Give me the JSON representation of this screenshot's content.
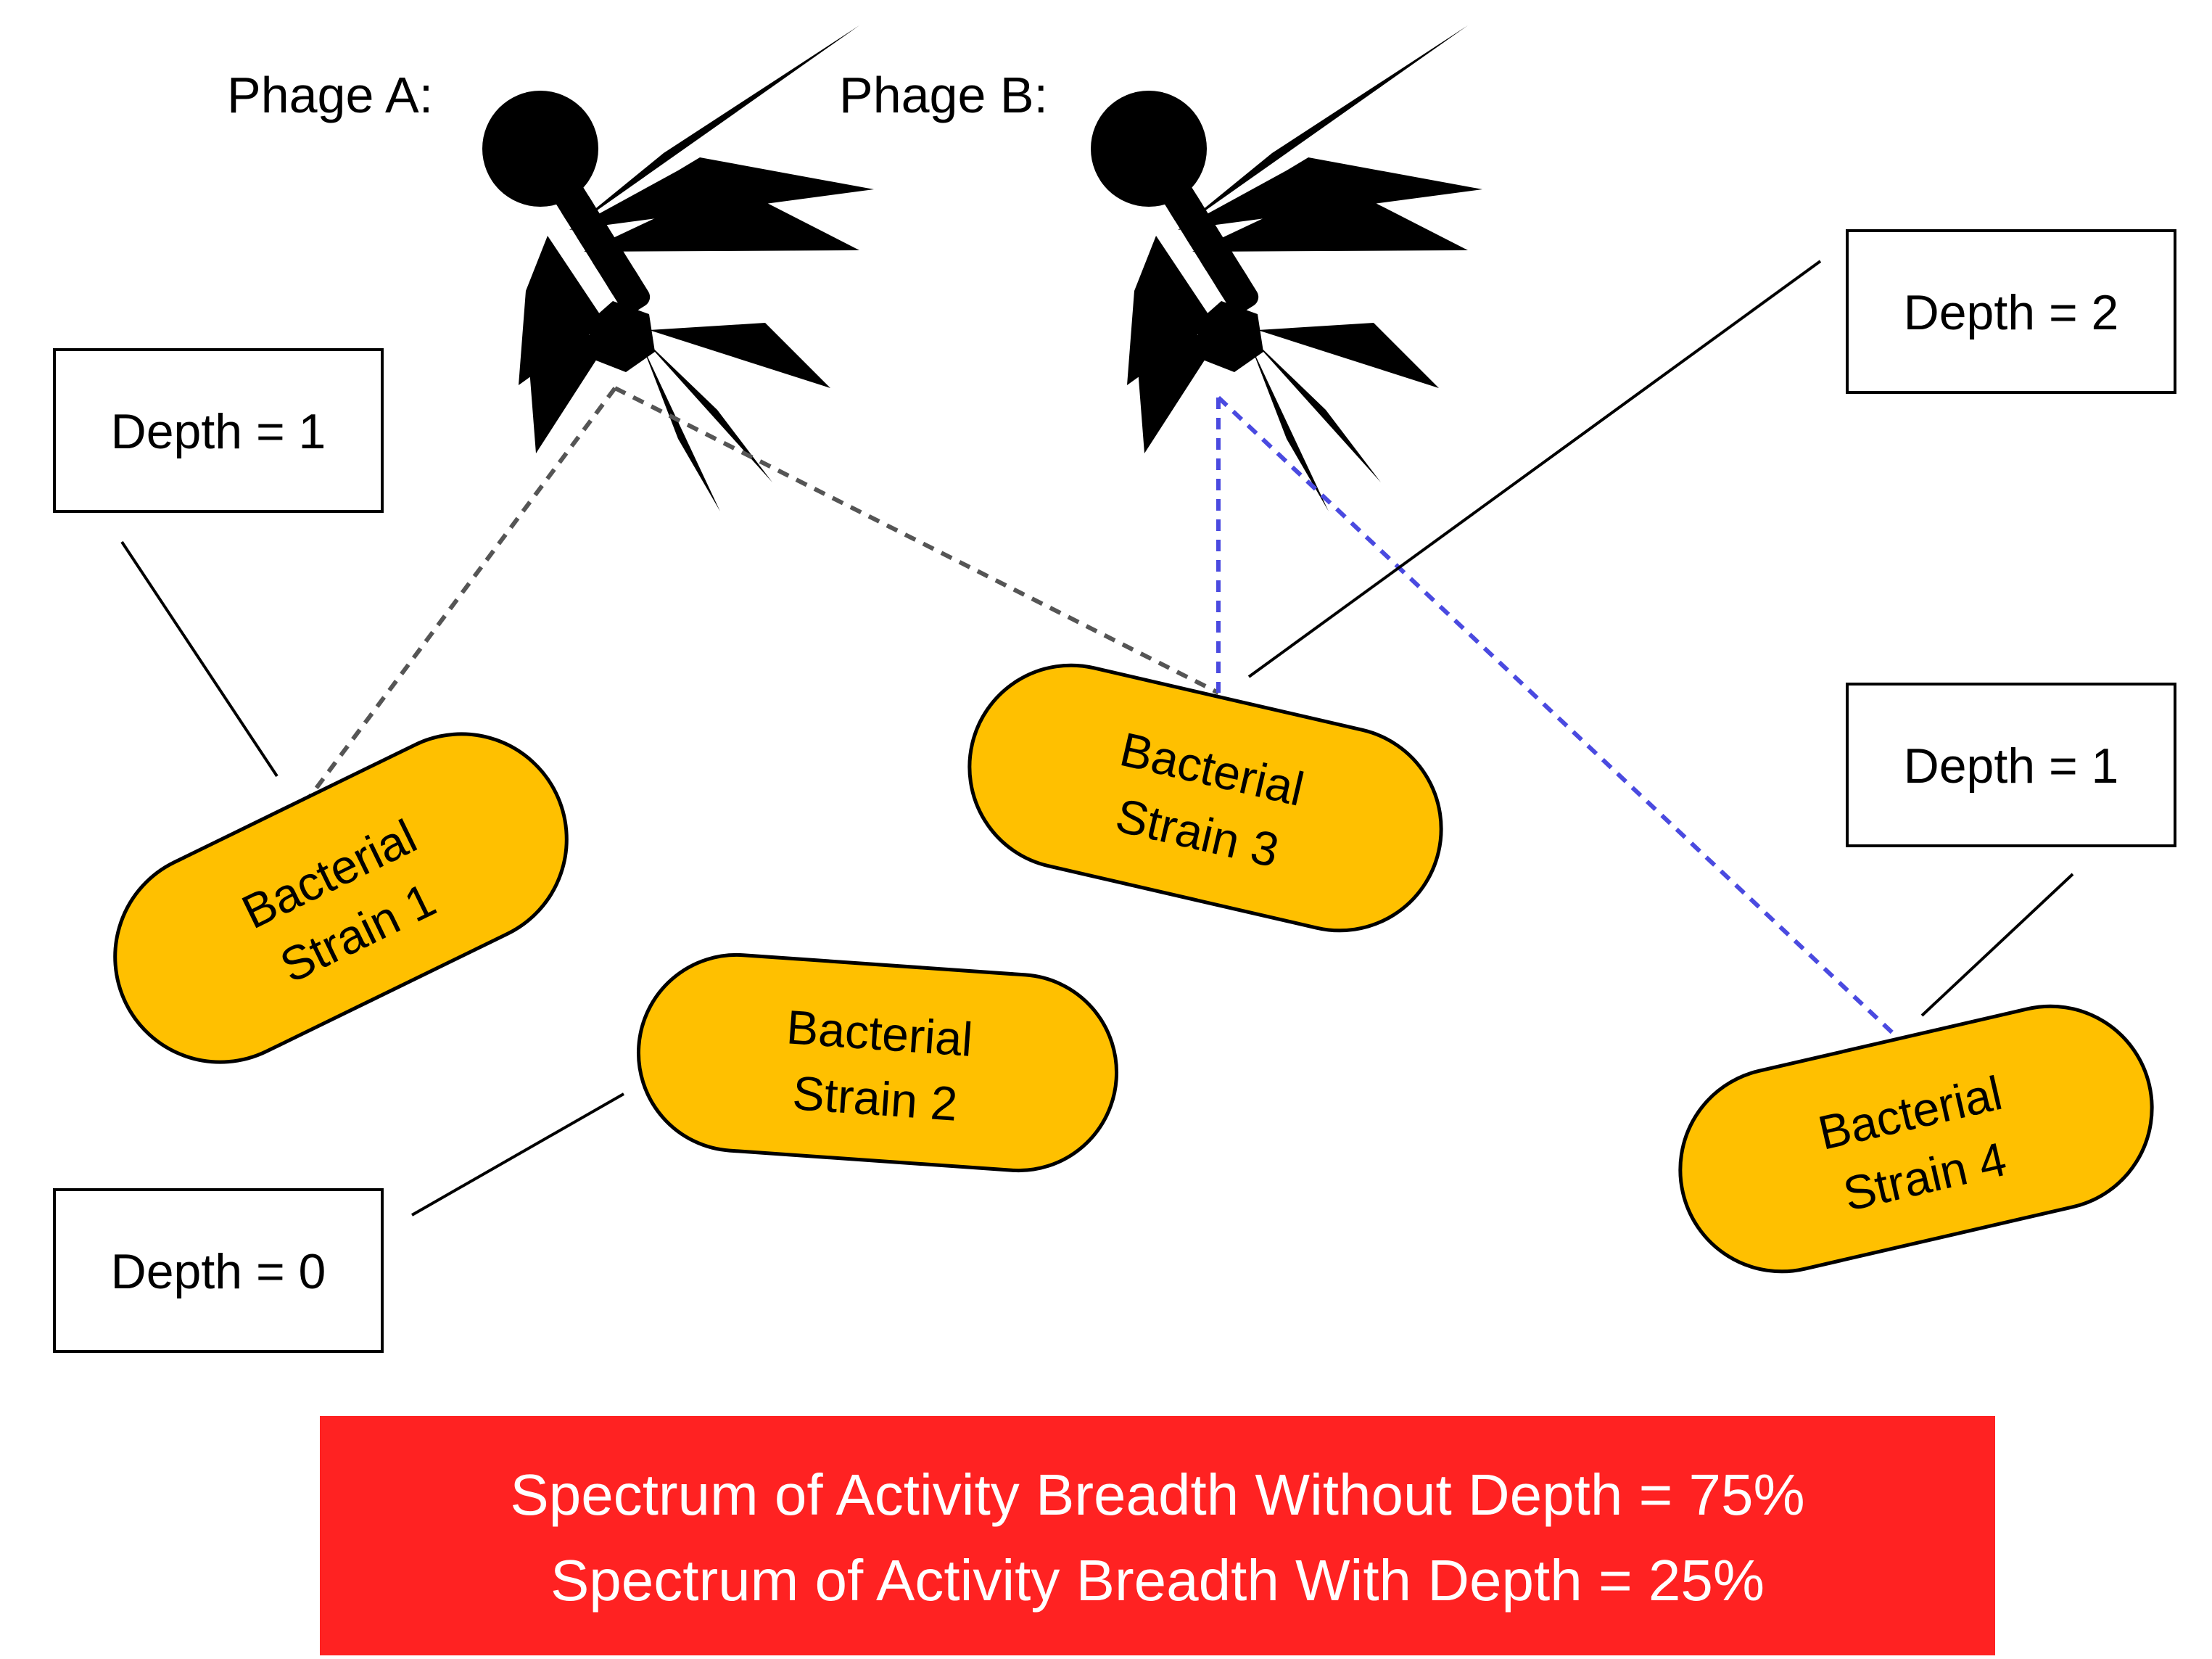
{
  "phages": [
    {
      "id": "phage-a",
      "label": "Phage A:",
      "color": "#8c8c8c",
      "shade": "#2a2a2a"
    },
    {
      "id": "phage-b",
      "label": "Phage B:",
      "color": "#8aa6dc",
      "shade": "#2f55a8"
    }
  ],
  "strains": [
    {
      "line1": "Bacterial",
      "line2": "Strain 1"
    },
    {
      "line1": "Bacterial",
      "line2": "Strain 2"
    },
    {
      "line1": "Bacterial",
      "line2": "Strain 3"
    },
    {
      "line1": "Bacterial",
      "line2": "Strain 4"
    }
  ],
  "depth_labels": [
    {
      "text": "Depth = 1",
      "refers_to": "Bacterial Strain 1"
    },
    {
      "text": "Depth = 0",
      "refers_to": "Bacterial Strain 2"
    },
    {
      "text": "Depth = 2",
      "refers_to": "Bacterial Strain 3"
    },
    {
      "text": "Depth = 1",
      "refers_to": "Bacterial Strain 4"
    }
  ],
  "infections": [
    {
      "phage": "Phage A",
      "strain": "Bacterial Strain 1"
    },
    {
      "phage": "Phage A",
      "strain": "Bacterial Strain 3"
    },
    {
      "phage": "Phage B",
      "strain": "Bacterial Strain 3"
    },
    {
      "phage": "Phage B",
      "strain": "Bacterial Strain 4"
    }
  ],
  "summary": {
    "line1": "Spectrum of Activity Breadth Without Depth = 75%",
    "line2": "Spectrum of Activity Breadth With Depth = 25%"
  },
  "colors": {
    "strain_fill": "#ffc000",
    "phage_a_link": "#555555",
    "phage_b_link": "#4a4ae0",
    "summary_background": "#ff2222"
  }
}
